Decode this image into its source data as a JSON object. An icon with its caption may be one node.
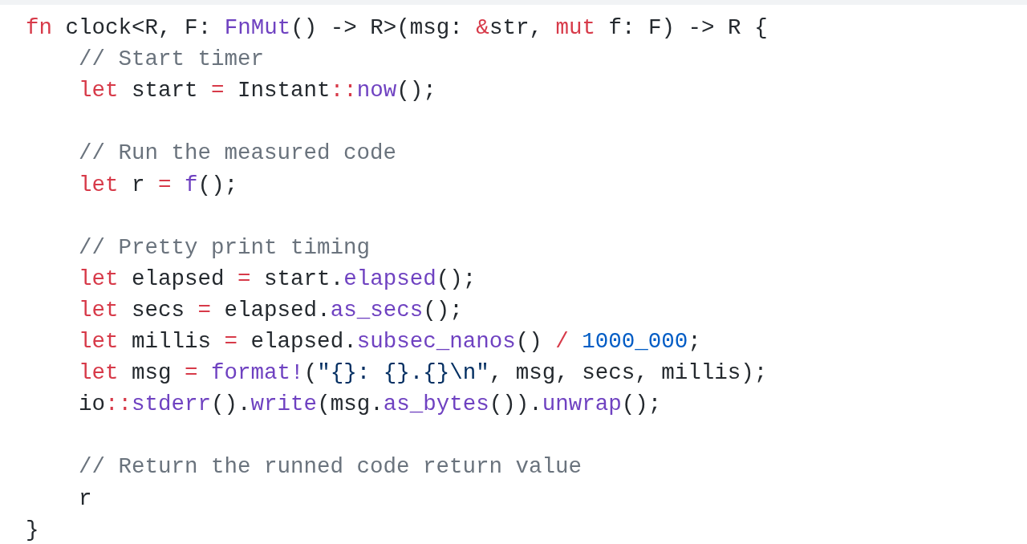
{
  "diagram": {
    "labels": [
      "fn clock<R, F: FnMut() -> R>(msg: &str, mut f: F) -> R {",
      "// Start timer",
      "let start = Instant::now();",
      "// Run the measured code",
      "let r = f();",
      "// Pretty print timing",
      "let elapsed = start.elapsed();",
      "let secs = elapsed.as_secs();",
      "let millis = elapsed.subsec_nanos() / 1000_000;",
      "let msg = format!(\"{}: {}.{}\\n\", msg, secs, millis);",
      "io::stderr().write(msg.as_bytes()).unwrap();",
      "// Return the runned code return value",
      "r",
      "}"
    ]
  }
}
